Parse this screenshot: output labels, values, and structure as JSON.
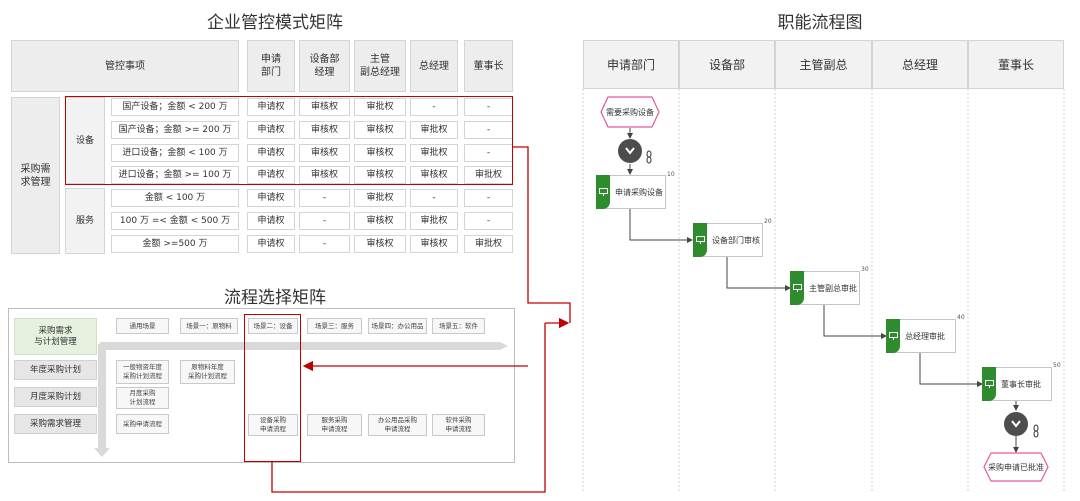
{
  "titles": {
    "matrix": "企业管控模式矩阵",
    "process": "流程选择矩阵",
    "flow": "职能流程图"
  },
  "matrix": {
    "header_item": "管控事项",
    "roles": [
      "申请\n部门",
      "设备部\n经理",
      "主管\n副总经理",
      "总经理",
      "董事长"
    ],
    "category": "采购需\n求管理",
    "groups": [
      {
        "name": "设备",
        "rows": [
          {
            "item": "国产设备；金额 < 200 万",
            "cells": [
              "申请权",
              "审核权",
              "审批权",
              "-",
              "-"
            ]
          },
          {
            "item": "国产设备；金额 >= 200 万",
            "cells": [
              "申请权",
              "审核权",
              "审核权",
              "审批权",
              "-"
            ]
          },
          {
            "item": "进口设备；金额 < 100 万",
            "cells": [
              "申请权",
              "审核权",
              "审核权",
              "审批权",
              "-"
            ]
          },
          {
            "item": "进口设备；金额 >= 100 万",
            "cells": [
              "申请权",
              "审核权",
              "审核权",
              "审核权",
              "审批权"
            ]
          }
        ]
      },
      {
        "name": "服务",
        "rows": [
          {
            "item": "金额 < 100 万",
            "cells": [
              "申请权",
              "-",
              "审批权",
              "-",
              "-"
            ]
          },
          {
            "item": "100 万 =< 金额 < 500 万",
            "cells": [
              "申请权",
              "-",
              "审核权",
              "审批权",
              "-"
            ]
          },
          {
            "item": "金额 >=500 万",
            "cells": [
              "申请权",
              "-",
              "审核权",
              "审核权",
              "审批权"
            ]
          }
        ]
      }
    ]
  },
  "process": {
    "top_left": "采购需求\n与计划管理",
    "scenes": [
      "通用场景",
      "场景一：原物料",
      "场景二：设备",
      "场景三：服务",
      "场景四：办公用品",
      "场景五：软件"
    ],
    "left_items": [
      "年度采购计划",
      "月度采购计划",
      "采购需求管理"
    ],
    "cells": {
      "general_1": "一般物资年度\n采购计划流程",
      "raw_1": "原物料年度\n采购计划流程",
      "general_2": "月度采购\n计划流程",
      "general_3": "采购申请流程",
      "equip_3": "设备采购\n申请流程",
      "service_3": "服务采购\n申请流程",
      "office_3": "办公用品采购\n申请流程",
      "software_3": "软件采购\n申请流程"
    }
  },
  "flow": {
    "lanes": [
      "申请部门",
      "设备部",
      "主管副总",
      "总经理",
      "董事长"
    ],
    "start_event": "需要采购设备",
    "end_event": "采购申请已批准",
    "tasks": [
      {
        "label": "申请采购设备",
        "num": "10"
      },
      {
        "label": "设备部门审核",
        "num": "20"
      },
      {
        "label": "主管副总审批",
        "num": "30"
      },
      {
        "label": "总经理审批",
        "num": "40"
      },
      {
        "label": "董事长审批",
        "num": "50"
      }
    ]
  },
  "colors": {
    "accent_red": "#c00000",
    "task_green": "#2e8b2e",
    "event_pink": "#e05a9c"
  }
}
